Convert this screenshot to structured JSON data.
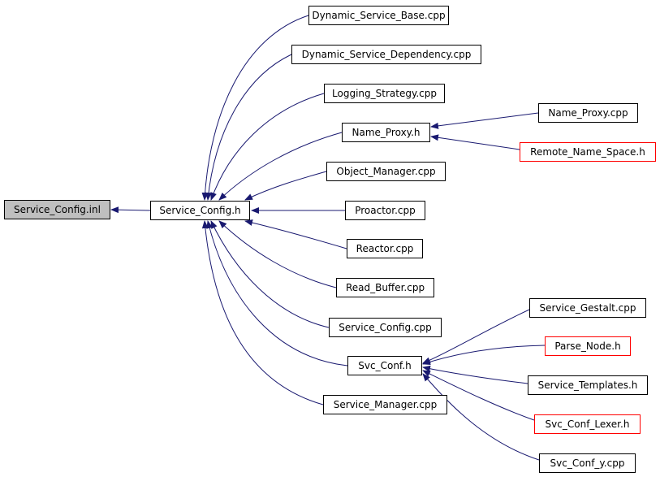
{
  "diagram": {
    "edge_color": "#191970",
    "root_fill": "#bfbfbf",
    "nodes": {
      "service_config_inl": "Service_Config.inl",
      "service_config_h": "Service_Config.h",
      "dynamic_service_base_cpp": "Dynamic_Service_Base.cpp",
      "dynamic_service_dependency_cpp": "Dynamic_Service_Dependency.cpp",
      "logging_strategy_cpp": "Logging_Strategy.cpp",
      "name_proxy_h": "Name_Proxy.h",
      "name_proxy_cpp": "Name_Proxy.cpp",
      "remote_name_space_h": "Remote_Name_Space.h",
      "object_manager_cpp": "Object_Manager.cpp",
      "proactor_cpp": "Proactor.cpp",
      "reactor_cpp": "Reactor.cpp",
      "read_buffer_cpp": "Read_Buffer.cpp",
      "service_config_cpp": "Service_Config.cpp",
      "svc_conf_h": "Svc_Conf.h",
      "service_gestalt_cpp": "Service_Gestalt.cpp",
      "parse_node_h": "Parse_Node.h",
      "service_templates_h": "Service_Templates.h",
      "svc_conf_lexer_h": "Svc_Conf_Lexer.h",
      "svc_conf_y_cpp": "Svc_Conf_y.cpp",
      "service_manager_cpp": "Service_Manager.cpp"
    }
  }
}
